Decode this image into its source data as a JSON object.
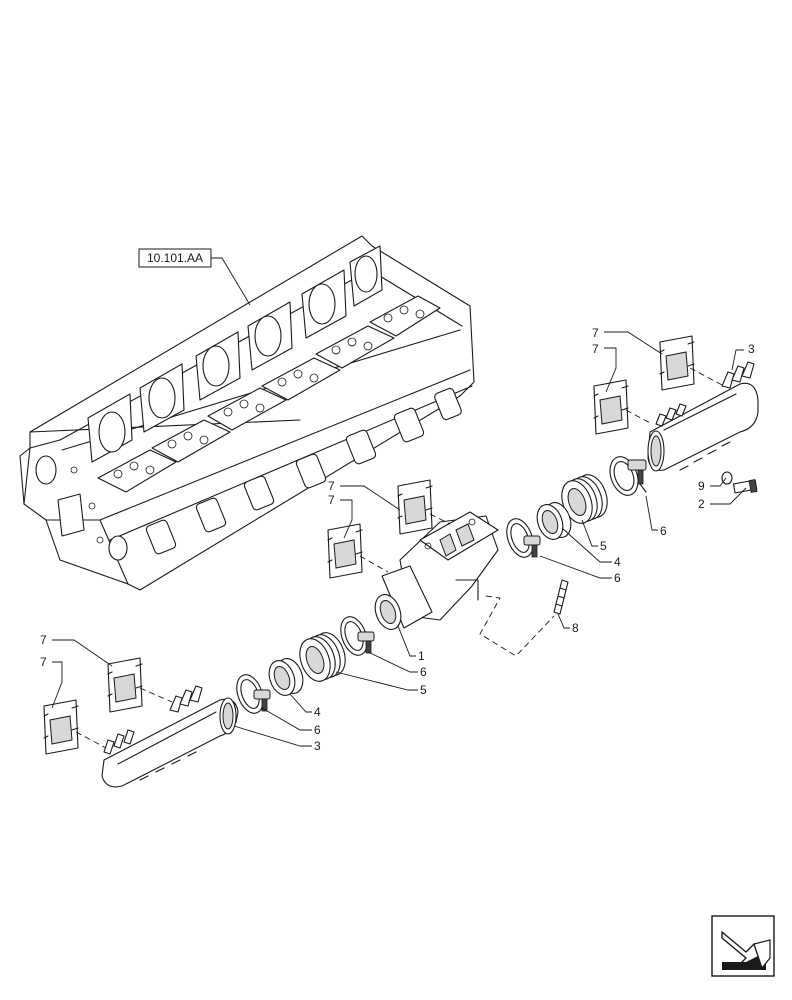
{
  "reference_label": "10.101.AA",
  "callouts": {
    "c7a": "7",
    "c7b": "7",
    "c3a": "3",
    "c9": "9",
    "c2": "2",
    "c6a": "6",
    "c7c": "7",
    "c7d": "7",
    "c5a": "5",
    "c4a": "4",
    "c6b": "6",
    "c8": "8",
    "c1": "1",
    "c6c": "6",
    "c5b": "5",
    "c7e": "7",
    "c7f": "7",
    "c4b": "4",
    "c6d": "6",
    "c3b": "3"
  },
  "icons": {
    "nav": "next-page-arrow-icon"
  }
}
